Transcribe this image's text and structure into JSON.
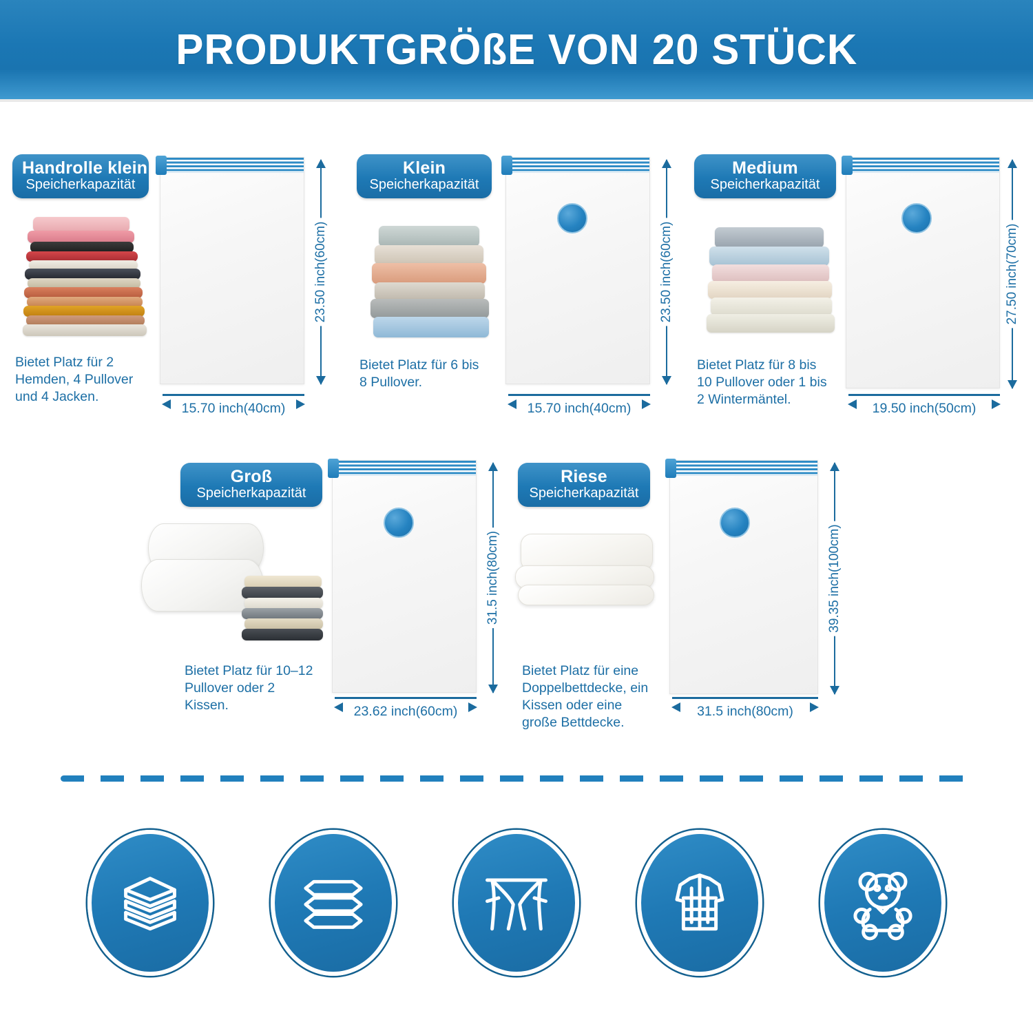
{
  "header": {
    "title": "PRODUKTGRÖßE VON 20 STÜCK",
    "banner_color": "#1b77b4"
  },
  "theme": {
    "accent": "#1b77b4",
    "text_blue": "#1d6fa5",
    "arrow_blue": "#1b6b9e"
  },
  "products": [
    {
      "name": "Handrolle klein",
      "subtitle": "Speicherkapazität",
      "description": "Bietet Platz für 2\nHemden, 4 Pullover\nund 4 Jacken.",
      "width_label": "15.70 inch(40cm)",
      "height_label": "23.50 inch(60cm)",
      "content_icon": "folded-shirts-stack"
    },
    {
      "name": "Klein",
      "subtitle": "Speicherkapazität",
      "description": " Bietet Platz für 6 bis\n8 Pullover.",
      "width_label": "15.70 inch(40cm)",
      "height_label": "23.50 inch(60cm)",
      "content_icon": "folded-sweaters-stack"
    },
    {
      "name": "Medium",
      "subtitle": "Speicherkapazität",
      "description": "Bietet Platz für 8 bis\n10 Pullover oder 1 bis\n2 Wintermäntel.",
      "width_label": "19.50 inch(50cm)",
      "height_label": "27.50 inch(70cm)",
      "content_icon": "folded-blankets-stack"
    },
    {
      "name": "Groß",
      "subtitle": "Speicherkapazität",
      "description": "Bietet Platz für 10–12\nPullover oder 2\nKissen.",
      "width_label": "23.62 inch(60cm)",
      "height_label": "31.5 inch(80cm)",
      "content_icon": "pillows-and-folded-clothes"
    },
    {
      "name": "Riese",
      "subtitle": "Speicherkapazität",
      "description": "Bietet Platz für eine\nDoppelbettdecke, ein\nKissen oder eine\ngroße Bettdecke.",
      "width_label": "31.5 inch(80cm)",
      "height_label": "39.35 inch(100cm)",
      "content_icon": "folded-duvet"
    }
  ],
  "usage_icons": [
    {
      "name": "folded-towels-icon"
    },
    {
      "name": "pillows-icon"
    },
    {
      "name": "curtains-icon"
    },
    {
      "name": "jacket-sweater-icon"
    },
    {
      "name": "teddy-bear-icon"
    }
  ]
}
